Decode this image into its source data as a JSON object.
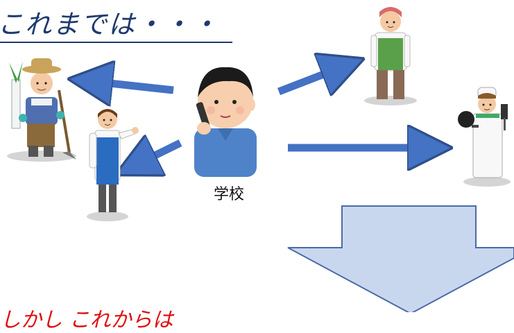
{
  "slide": {
    "title": "これまでは・・・",
    "school_label": "学校",
    "bottom_text": "しかし これからは"
  },
  "colors": {
    "arrow_blue": "#4472c4",
    "big_arrow_fill": "#c9d7ee",
    "big_arrow_stroke": "#4a6aa8",
    "title_color": "#1f3a6e",
    "red_text": "#e01010"
  },
  "icons": [
    "farmer-icon",
    "shop-clerk-icon",
    "teacher-phone-icon",
    "apron-woman-icon",
    "chef-icon"
  ]
}
